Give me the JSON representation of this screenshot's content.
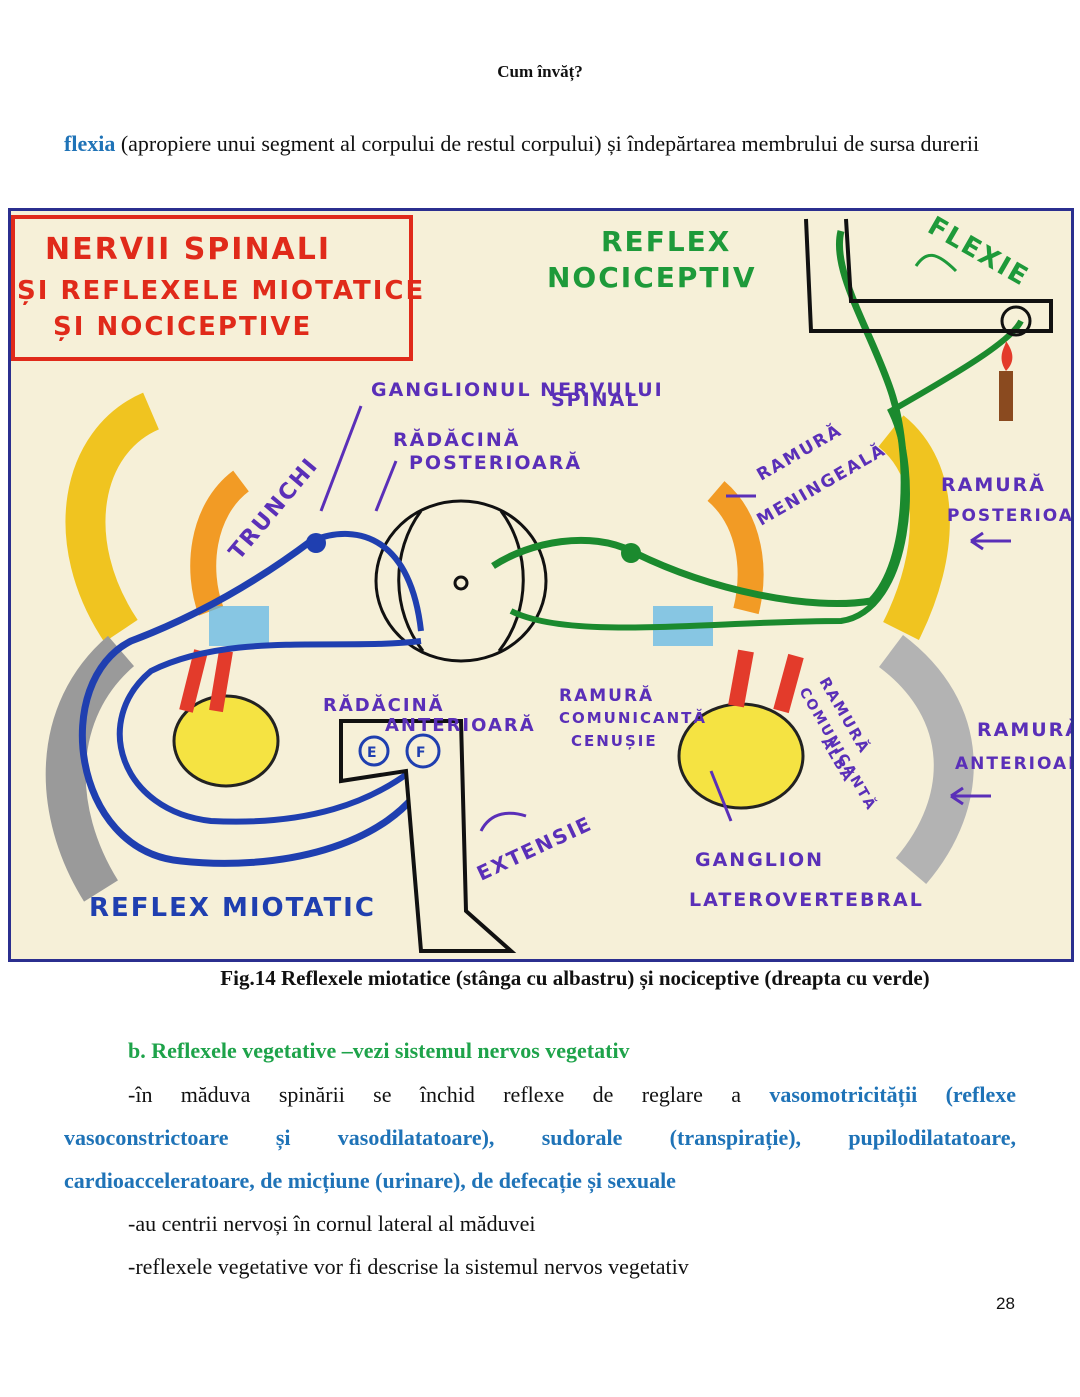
{
  "header": {
    "title": "Cum învăț?"
  },
  "intro": {
    "term": "flexia",
    "text": " (apropiere unui segment al corpului de restul corpului) și îndepărtarea membrului de sursa durerii"
  },
  "figure": {
    "labels": {
      "title_line1": "NERVII SPINALI",
      "title_line2": "ȘI REFLEXELE MIOTATICE",
      "title_line3": "ȘI NOCICEPTIVE",
      "reflex_nociceptiv_1": "REFLEX",
      "reflex_nociceptiv_2": "NOCICEPTIV",
      "flexie": "FLEXIE",
      "ganglion_1": "GANGLIONUL NERVULUI",
      "ganglion_2": "SPINAL",
      "radacina_post_1": "RĂDĂCINĂ",
      "radacina_post_2": "POSTERIOARĂ",
      "trunchi": "TRUNCHI",
      "ramura_meningeala_1": "RAMURĂ",
      "ramura_meningeala_2": "MENINGEALĂ",
      "ramura_post_1": "RAMURĂ",
      "ramura_post_2": "POSTERIOARĂ",
      "radacina_ant_1": "RĂDĂCINĂ",
      "radacina_ant_2": "ANTERIOARĂ",
      "ramura_cenusie_1": "RAMURĂ",
      "ramura_cenusie_2": "COMUNICANTĂ",
      "ramura_cenusie_3": "CENUȘIE",
      "ramura_alba_1": "RAMURĂ",
      "ramura_alba_2": "COMUNICANTĂ",
      "ramura_alba_3": "ALBĂ",
      "ramura_ant_1": "RAMURĂ",
      "ramura_ant_2": "ANTERIOARĂ",
      "extensie": "EXTENSIE",
      "ganglion_lat_1": "GANGLION",
      "ganglion_lat_2": "LATEROVERTEBRAL",
      "reflex_miotatic": "REFLEX MIOTATIC",
      "muscle_e": "E",
      "muscle_f": "F"
    }
  },
  "caption": "Fig.14 Reflexele miotatice (stânga cu albastru) și nociceptive (dreapta cu verde)",
  "section": {
    "heading": "b.  Reflexele vegetative –vezi sistemul nervos vegetativ"
  },
  "para1": {
    "plain": "-în măduva spinării se închid reflexe de reglare a ",
    "blue": "vasomotricității (reflexe vasoconstrictoare și vasodilatatoare), sudorale (transpirație), pupilodilatatoare, cardioacceleratoare, de micțiune (urinare), de defecație și sexuale"
  },
  "para2": "-au centrii nervoși în cornul lateral al măduvei",
  "para3": "-reflexele vegetative vor fi descrise la sistemul nervos vegetativ",
  "page_number": "28",
  "colors": {
    "blue_nerve": "#1f3fb0",
    "green_nerve": "#1b8a2e",
    "red_label": "#e02a1a",
    "purple_label": "#5a2fb8",
    "green_label": "#1e9a3a",
    "term_blue": "#1f73b7",
    "heading_green": "#1ea34a"
  }
}
